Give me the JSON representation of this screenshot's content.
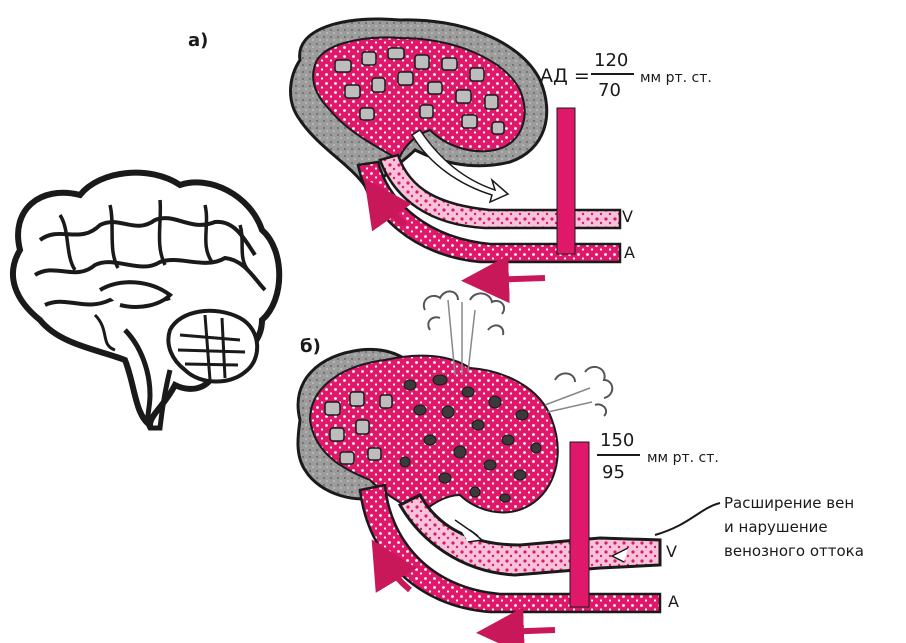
{
  "panel_a": {
    "letter": "а)",
    "pressure_prefix": "АД =",
    "systolic": "120",
    "diastolic": "70",
    "unit": "мм рт. ст.",
    "vein_label": "V",
    "artery_label": "A"
  },
  "panel_b": {
    "letter": "б)",
    "systolic": "150",
    "diastolic": "95",
    "unit": "мм рт. ст.",
    "vein_label": "V",
    "artery_label": "A",
    "annotation_line1": "Расширение вен",
    "annotation_line2": "и нарушение",
    "annotation_line3": "венозного оттока"
  },
  "colors": {
    "magenta": "#e0186a",
    "gray": "#a8a8a8",
    "dark": "#1a1a1a"
  }
}
